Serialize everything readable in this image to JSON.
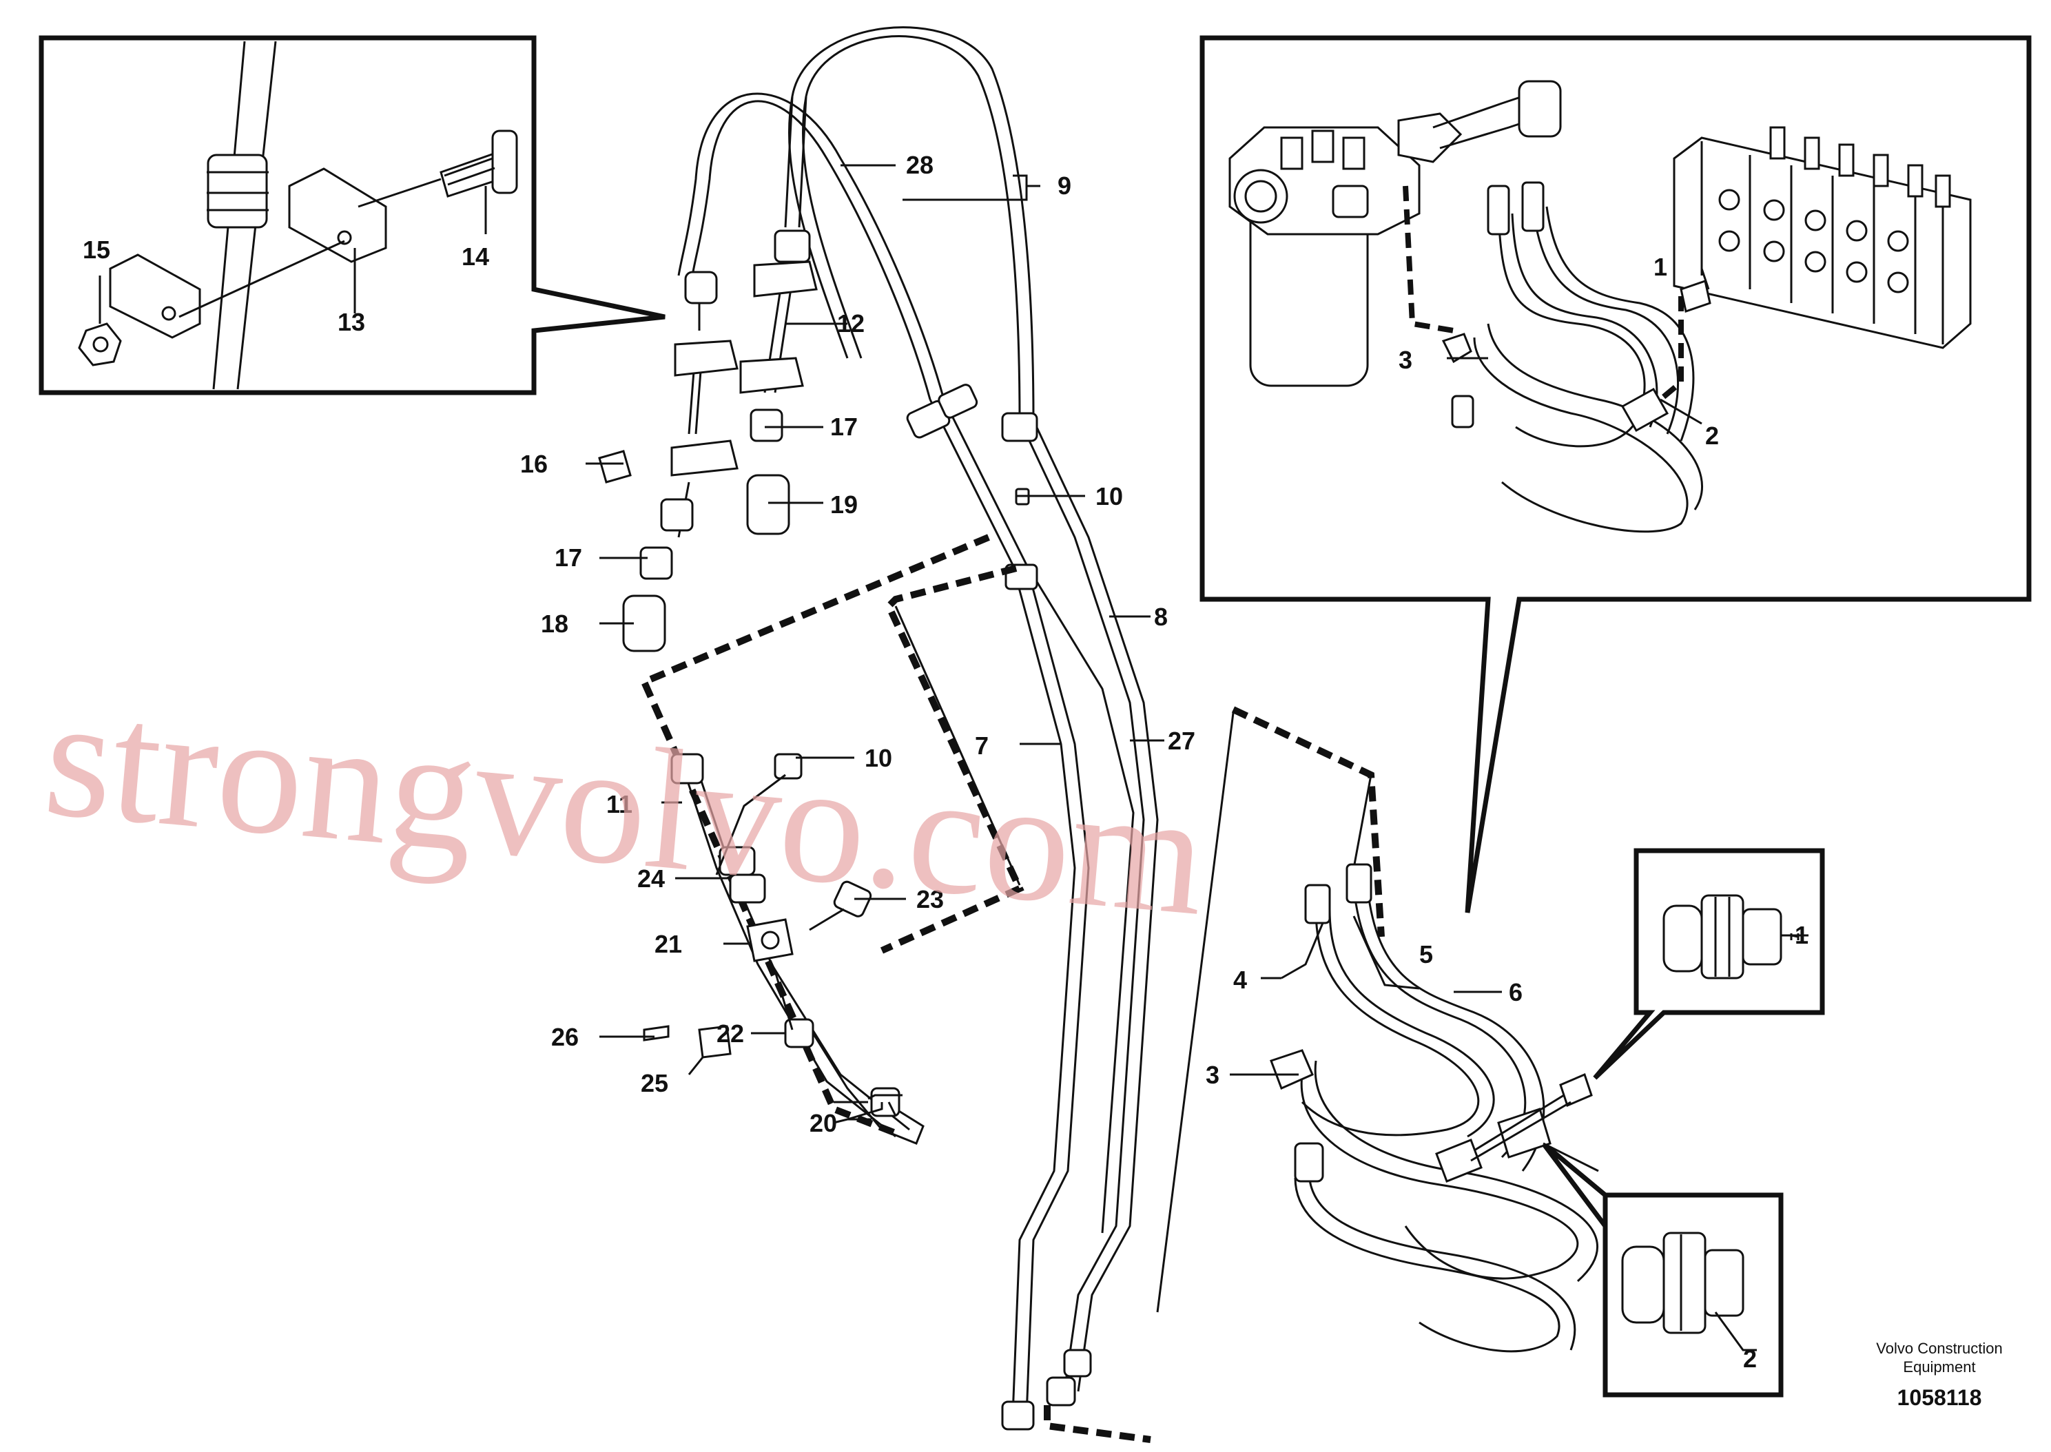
{
  "watermark": {
    "text": "strongvolvo.com",
    "color": "#e7a6a6"
  },
  "footer": {
    "company_line1": "Volvo Construction",
    "company_line2": "Equipment",
    "drawing_number": "1058118"
  },
  "callouts": {
    "main": [
      "28",
      "9",
      "12",
      "17",
      "16",
      "19",
      "10",
      "17",
      "18",
      "8",
      "7",
      "27",
      "10",
      "11",
      "24",
      "23",
      "21",
      "26",
      "25",
      "22",
      "20"
    ],
    "detail_clamp": [
      "15",
      "14",
      "13"
    ],
    "detail_valve": [
      "1",
      "3",
      "2"
    ],
    "detail_fitting_1": [
      "1"
    ],
    "detail_fitting_2": [
      "2"
    ],
    "hoses": [
      "4",
      "5",
      "6",
      "3"
    ]
  }
}
